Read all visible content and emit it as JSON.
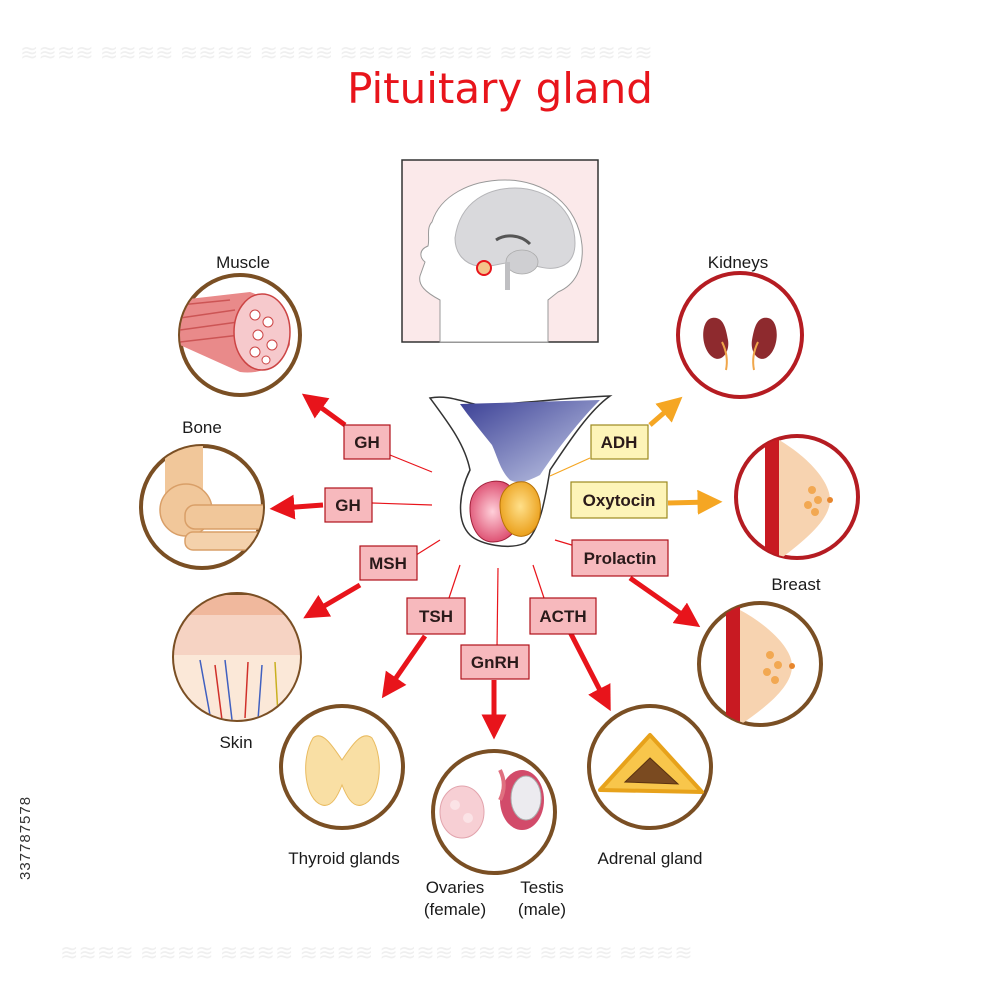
{
  "title": "Pituitary gland",
  "targets": {
    "muscle": "Muscle",
    "bone": "Bone",
    "skin": "Skin",
    "thyroid": "Thyroid glands",
    "ovaries_line1": "Ovaries",
    "ovaries_line2": "(female)",
    "testis_line1": "Testis",
    "testis_line2": "(male)",
    "adrenal": "Adrenal gland",
    "kidneys": "Kidneys",
    "breast": "Breast"
  },
  "hormones": {
    "gh_muscle": "GH",
    "gh_bone": "GH",
    "msh": "MSH",
    "tsh": "TSH",
    "gnrh": "GnRH",
    "acth": "ACTH",
    "prolactin": "Prolactin",
    "adh": "ADH",
    "oxytocin": "Oxytocin"
  },
  "stock_id": "337787578",
  "colors": {
    "title": "#e8141b",
    "anterior_arrow": "#e8141b",
    "posterior_arrow": "#f5a623",
    "anterior_box": "#f7b9bd",
    "posterior_box": "#fdf4b8"
  }
}
